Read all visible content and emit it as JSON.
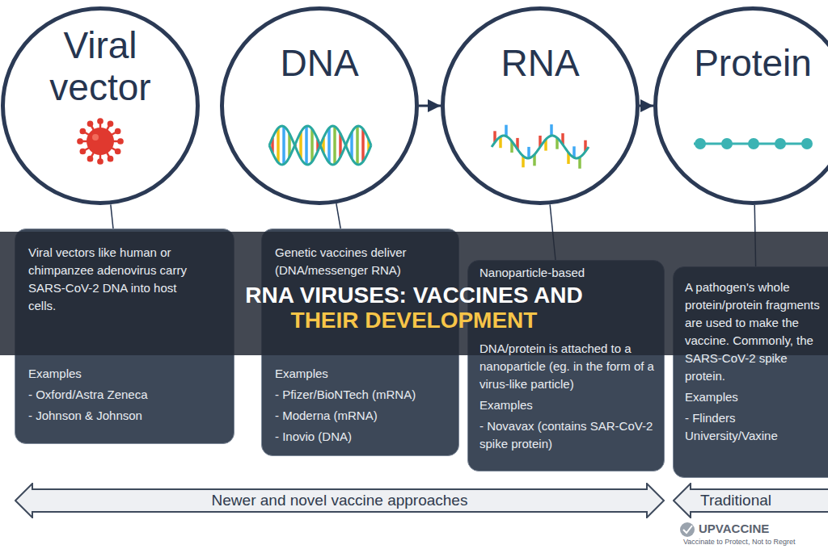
{
  "diagram": {
    "title": "RNA VIRUSES: VACCINES AND THEIR DEVELOPMENT",
    "nodes": [
      {
        "text": [
          "Viral vector"
        ]
      },
      {
        "text": [
          "DNA"
        ]
      },
      {
        "text": [
          "RNA"
        ]
      },
      {
        "text": [
          "Protein"
        ]
      },
      {
        "text": [
          "Viral vectors like human or chimpanzee adenovirus carry SARS-CoV-2 DNA into host cells.",
          "Examples",
          "- Oxford/Astra Zeneca",
          "- Johnson & Johnson"
        ]
      },
      {
        "text": [
          "Genetic vaccines deliver (DNA/messenger RNA)",
          "Examples",
          "- Pfizer/BioNTech (mRNA)",
          "- Moderna (mRNA)",
          "- Inovio (DNA)"
        ]
      },
      {
        "text": [
          "Nanoparticle-based",
          "DNA/protein is attached to a nanoparticle (eg. in the form of a virus-like particle)",
          "Examples",
          "- Novavax (contains SAR-CoV-2 spike protein)"
        ]
      },
      {
        "text": [
          "A pathogen's whole protein/protein fragments are used to make the vaccine. Commonly, the SARS-CoV-2 spike protein.",
          "Examples",
          "- Flinders University/Vaxine"
        ]
      },
      {
        "text": [
          "Newer and novel vaccine approaches"
        ]
      },
      {
        "text": [
          "Traditional"
        ]
      }
    ],
    "edges": [
      {
        "from": 1,
        "to": 2,
        "arrow": "to"
      },
      {
        "from": 2,
        "to": 3,
        "arrow": "to"
      },
      {
        "from": 0,
        "to": 4,
        "arrow": "none"
      },
      {
        "from": 1,
        "to": 5,
        "arrow": "none"
      },
      {
        "from": 2,
        "to": 6,
        "arrow": "none"
      },
      {
        "from": 3,
        "to": 7,
        "arrow": "none"
      }
    ],
    "labels": [
      "UPVACCINE",
      "Vaccinate to Protect, Not to Regret"
    ]
  }
}
